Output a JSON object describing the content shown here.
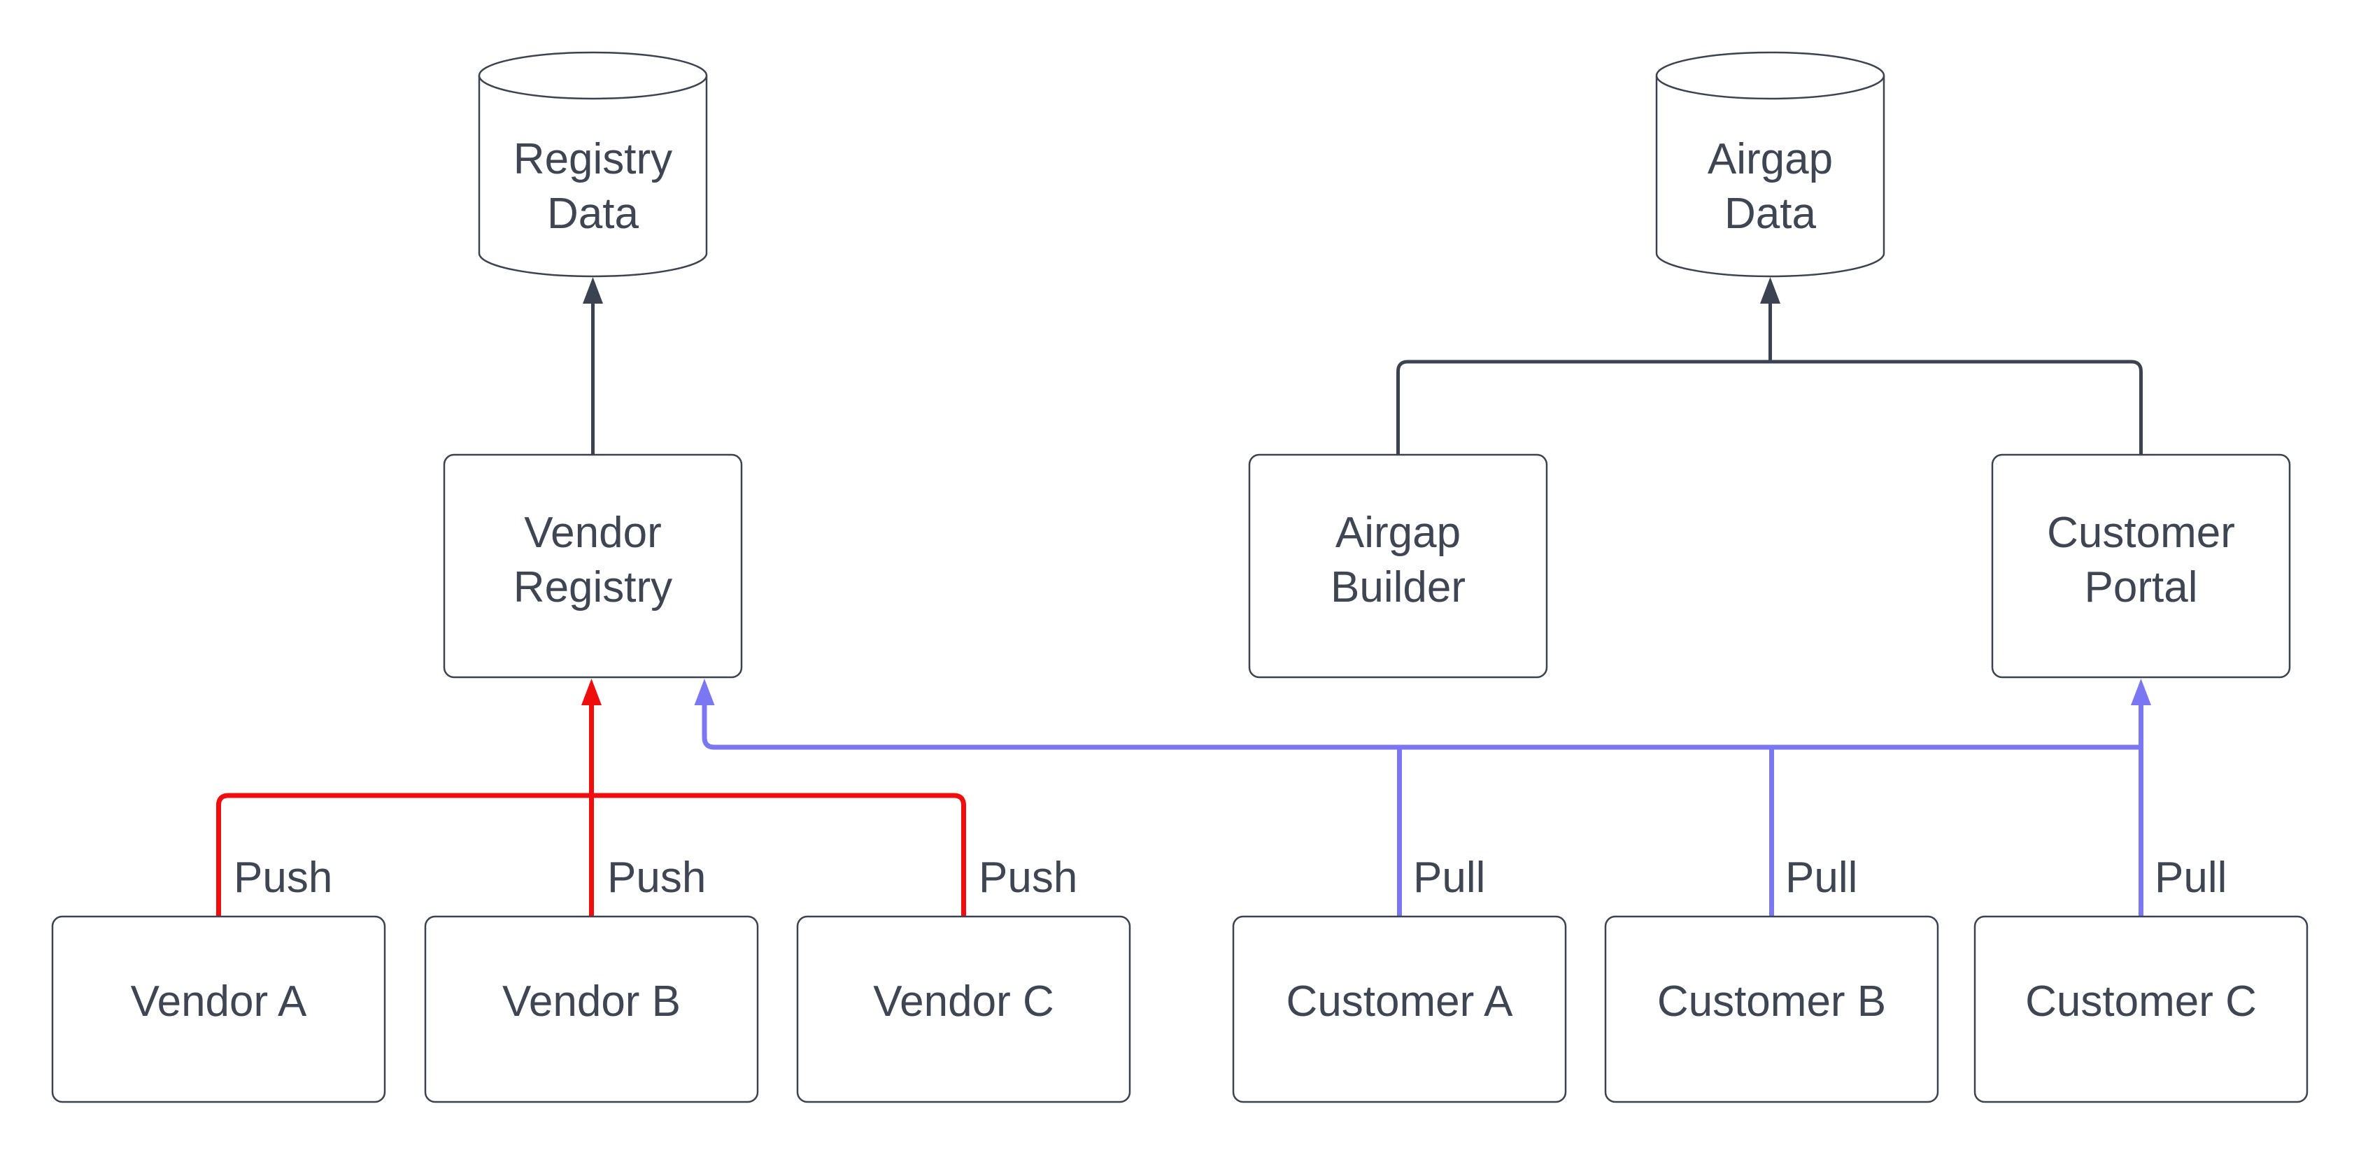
{
  "nodes": {
    "registry_data": {
      "type": "cylinder",
      "line1": "Registry",
      "line2": "Data"
    },
    "airgap_data": {
      "type": "cylinder",
      "line1": "Airgap",
      "line2": "Data"
    },
    "vendor_registry": {
      "type": "process",
      "line1": "Vendor",
      "line2": "Registry"
    },
    "airgap_builder": {
      "type": "process",
      "line1": "Airgap",
      "line2": "Builder"
    },
    "customer_portal": {
      "type": "process",
      "line1": "Customer",
      "line2": "Portal"
    },
    "vendor_a": {
      "label": "Vendor A"
    },
    "vendor_b": {
      "label": "Vendor B"
    },
    "vendor_c": {
      "label": "Vendor C"
    },
    "customer_a": {
      "label": "Customer A"
    },
    "customer_b": {
      "label": "Customer B"
    },
    "customer_c": {
      "label": "Customer C"
    }
  },
  "edges": {
    "push_labels": [
      "Push",
      "Push",
      "Push"
    ],
    "pull_labels": [
      "Pull",
      "Pull",
      "Pull"
    ]
  },
  "colors": {
    "push_red": "#f00d0d",
    "pull_blue": "#7b77f3",
    "flow_dark": "#3b4250",
    "node_border": "#3b4250",
    "node_text": "#3e4654",
    "background": "#ffffff"
  }
}
